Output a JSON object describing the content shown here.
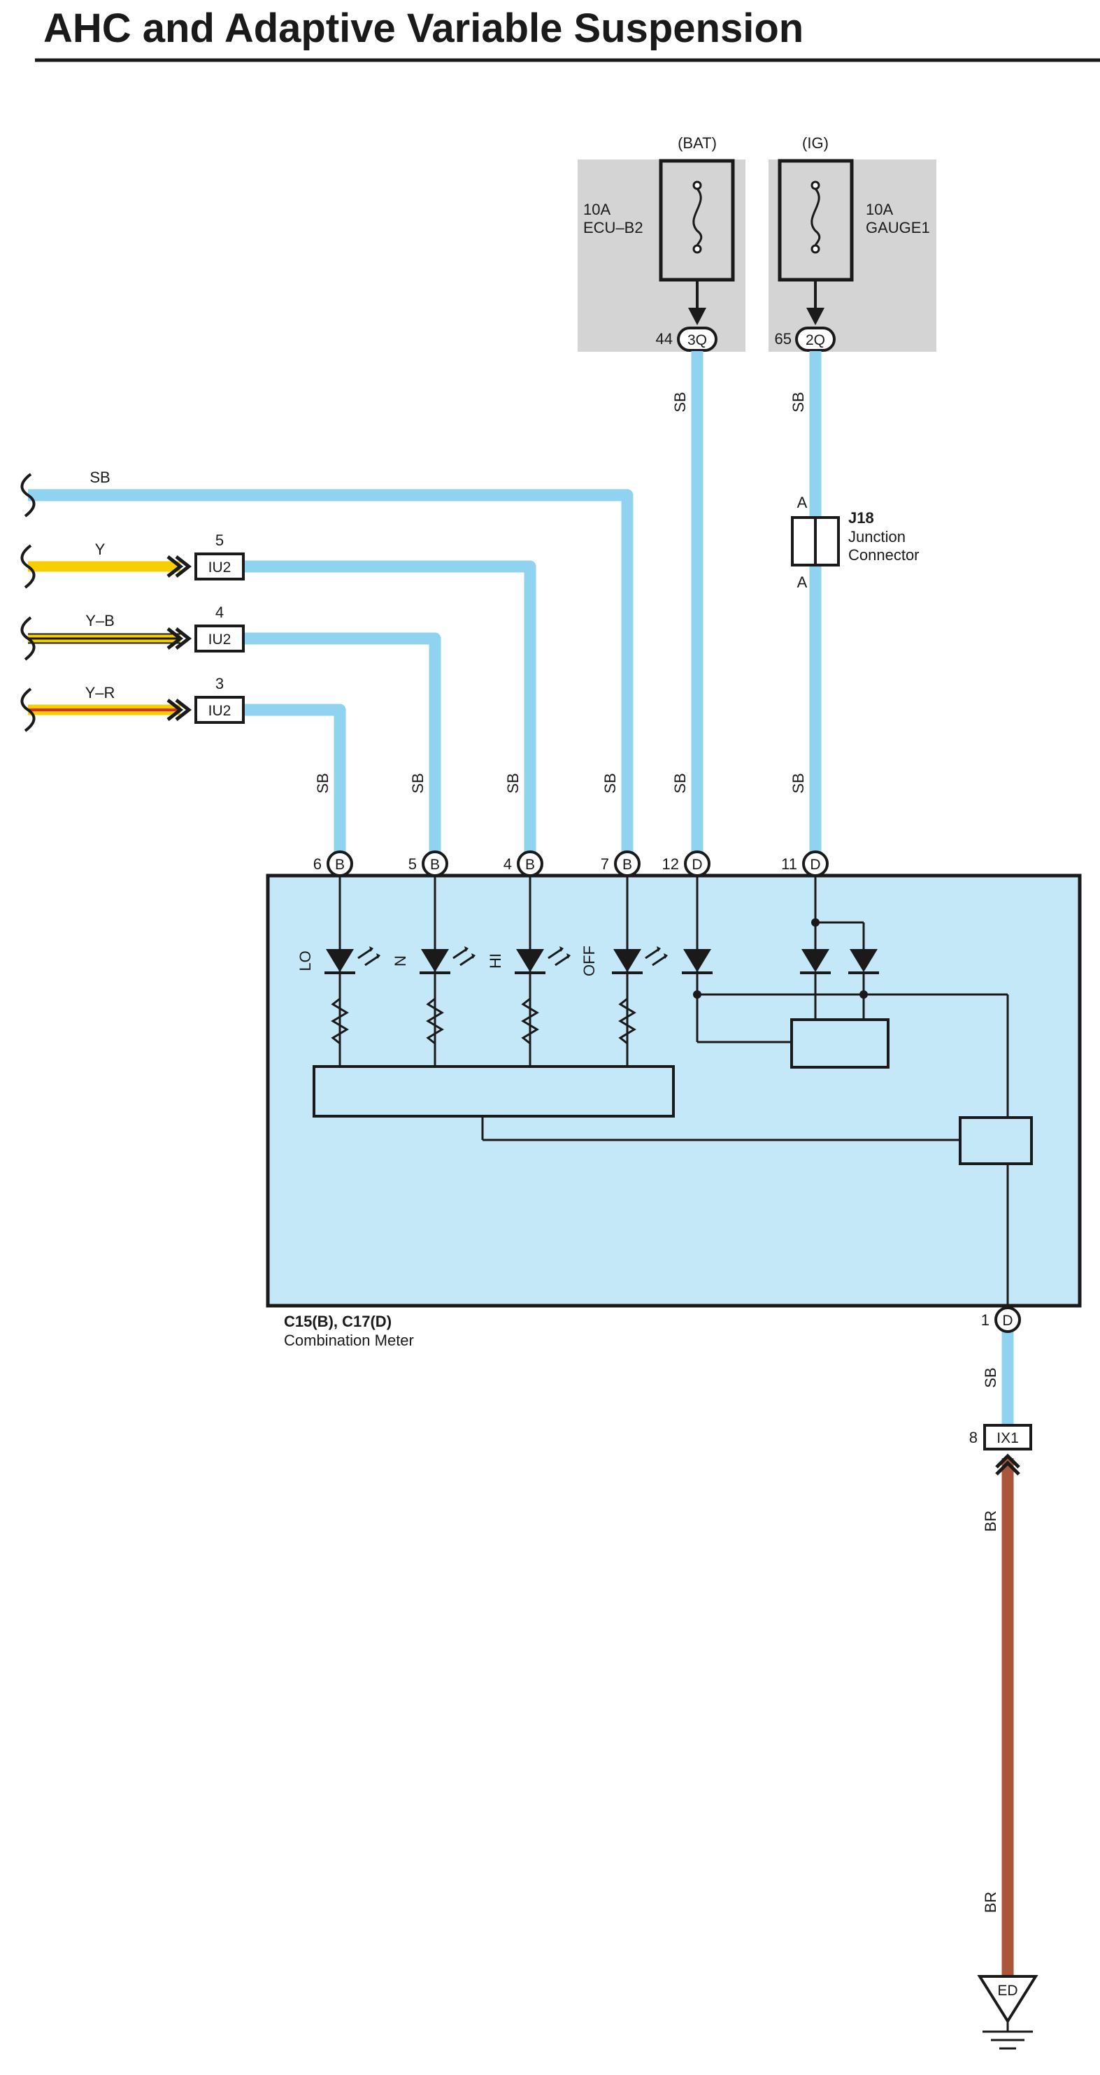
{
  "title": "AHC and Adaptive Variable Suspension",
  "fuses": {
    "bat": {
      "header": "(BAT)",
      "amp": "10A",
      "name": "ECU–B2",
      "pin": "44",
      "connector": "3Q"
    },
    "ig": {
      "header": "(IG)",
      "amp": "10A",
      "name": "GAUGE1",
      "pin": "65",
      "connector": "2Q"
    }
  },
  "junction": {
    "id": "J18",
    "name_line1": "Junction",
    "name_line2": "Connector",
    "pin_top": "A",
    "pin_bottom": "A"
  },
  "inputs": [
    {
      "wire": "SB"
    },
    {
      "wire": "Y",
      "pin": "5",
      "connector": "IU2"
    },
    {
      "wire": "Y–B",
      "pin": "4",
      "connector": "IU2"
    },
    {
      "wire": "Y–R",
      "pin": "3",
      "connector": "IU2"
    }
  ],
  "wire_labels": {
    "sb": "SB",
    "br": "BR"
  },
  "meter": {
    "ids": "C15(B), C17(D)",
    "name": "Combination Meter",
    "pins": [
      {
        "pin": "6",
        "connector": "B"
      },
      {
        "pin": "5",
        "connector": "B"
      },
      {
        "pin": "4",
        "connector": "B"
      },
      {
        "pin": "7",
        "connector": "B"
      },
      {
        "pin": "12",
        "connector": "D"
      },
      {
        "pin": "11",
        "connector": "D"
      }
    ],
    "ground_pin": {
      "pin": "1",
      "connector": "D"
    },
    "led_labels": [
      "LO",
      "N",
      "HI",
      "OFF"
    ]
  },
  "ix1": {
    "pin": "8",
    "connector": "IX1"
  },
  "ground": {
    "label": "ED"
  },
  "colors": {
    "sb_wire": "#8fd3f1",
    "y_wire": "#f7cf00",
    "br_wire": "#a9563a",
    "y_r_stripe": "#d6302c",
    "meter_fill": "#c5e8f8",
    "fuse_box": "#d4d4d4",
    "ink": "#1a1a1a"
  }
}
